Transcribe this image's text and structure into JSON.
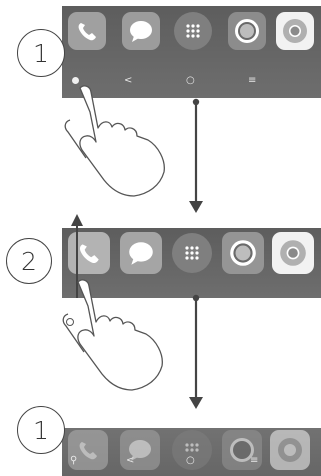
{
  "steps": {
    "step1_top": "1",
    "step2": "2",
    "step1_bottom": "1"
  },
  "apps": [
    {
      "icon": "phone-icon",
      "color": "#9a9a9a"
    },
    {
      "icon": "messages-icon",
      "color": "#9a9a9a"
    },
    {
      "icon": "app-drawer-icon",
      "color": "#8a8a8a"
    },
    {
      "icon": "camera-icon",
      "color": "#8c8c8c"
    },
    {
      "icon": "chrome-icon",
      "color": "#a3a3a3"
    }
  ],
  "navbar": {
    "back": "<",
    "home": "○",
    "recents": "≡"
  },
  "colors": {
    "strip": "#666666",
    "arrow": "#444444",
    "hand_stroke": "#555555"
  }
}
